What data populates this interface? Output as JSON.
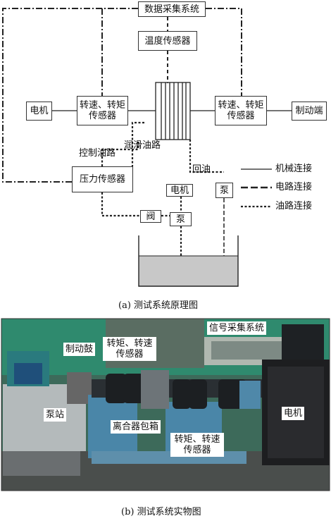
{
  "schematic": {
    "data_acquisition": "数据采集系统",
    "temp_sensor": "温度传感器",
    "motor": "电机",
    "speed_torque_left": "转速、转矩传感器",
    "speed_torque_right": "转速、转矩传感器",
    "brake_end": "制动端",
    "control_oil": "控制油路",
    "lube_oil": "润滑油路",
    "return_oil": "回油",
    "pressure_sensor": "压力传感器",
    "pump_motor": "电机",
    "pump": "泵",
    "pump2": "泵",
    "valve": "阀",
    "legend": {
      "mechanical": "机械连接",
      "electrical": "电路连接",
      "oil": "油路连接"
    },
    "caption": "(a) 测试系统原理图"
  },
  "photo": {
    "signal_acquisition": "信号采集系统",
    "brake_drum": "制动鼓",
    "speed_torque_top": "转矩、转速传感器",
    "pump_station": "泵站",
    "clutch_box": "离合器包箱",
    "speed_torque_bottom": "转矩、转速传感器",
    "motor": "电机",
    "caption": "(b) 测试系统实物图"
  }
}
